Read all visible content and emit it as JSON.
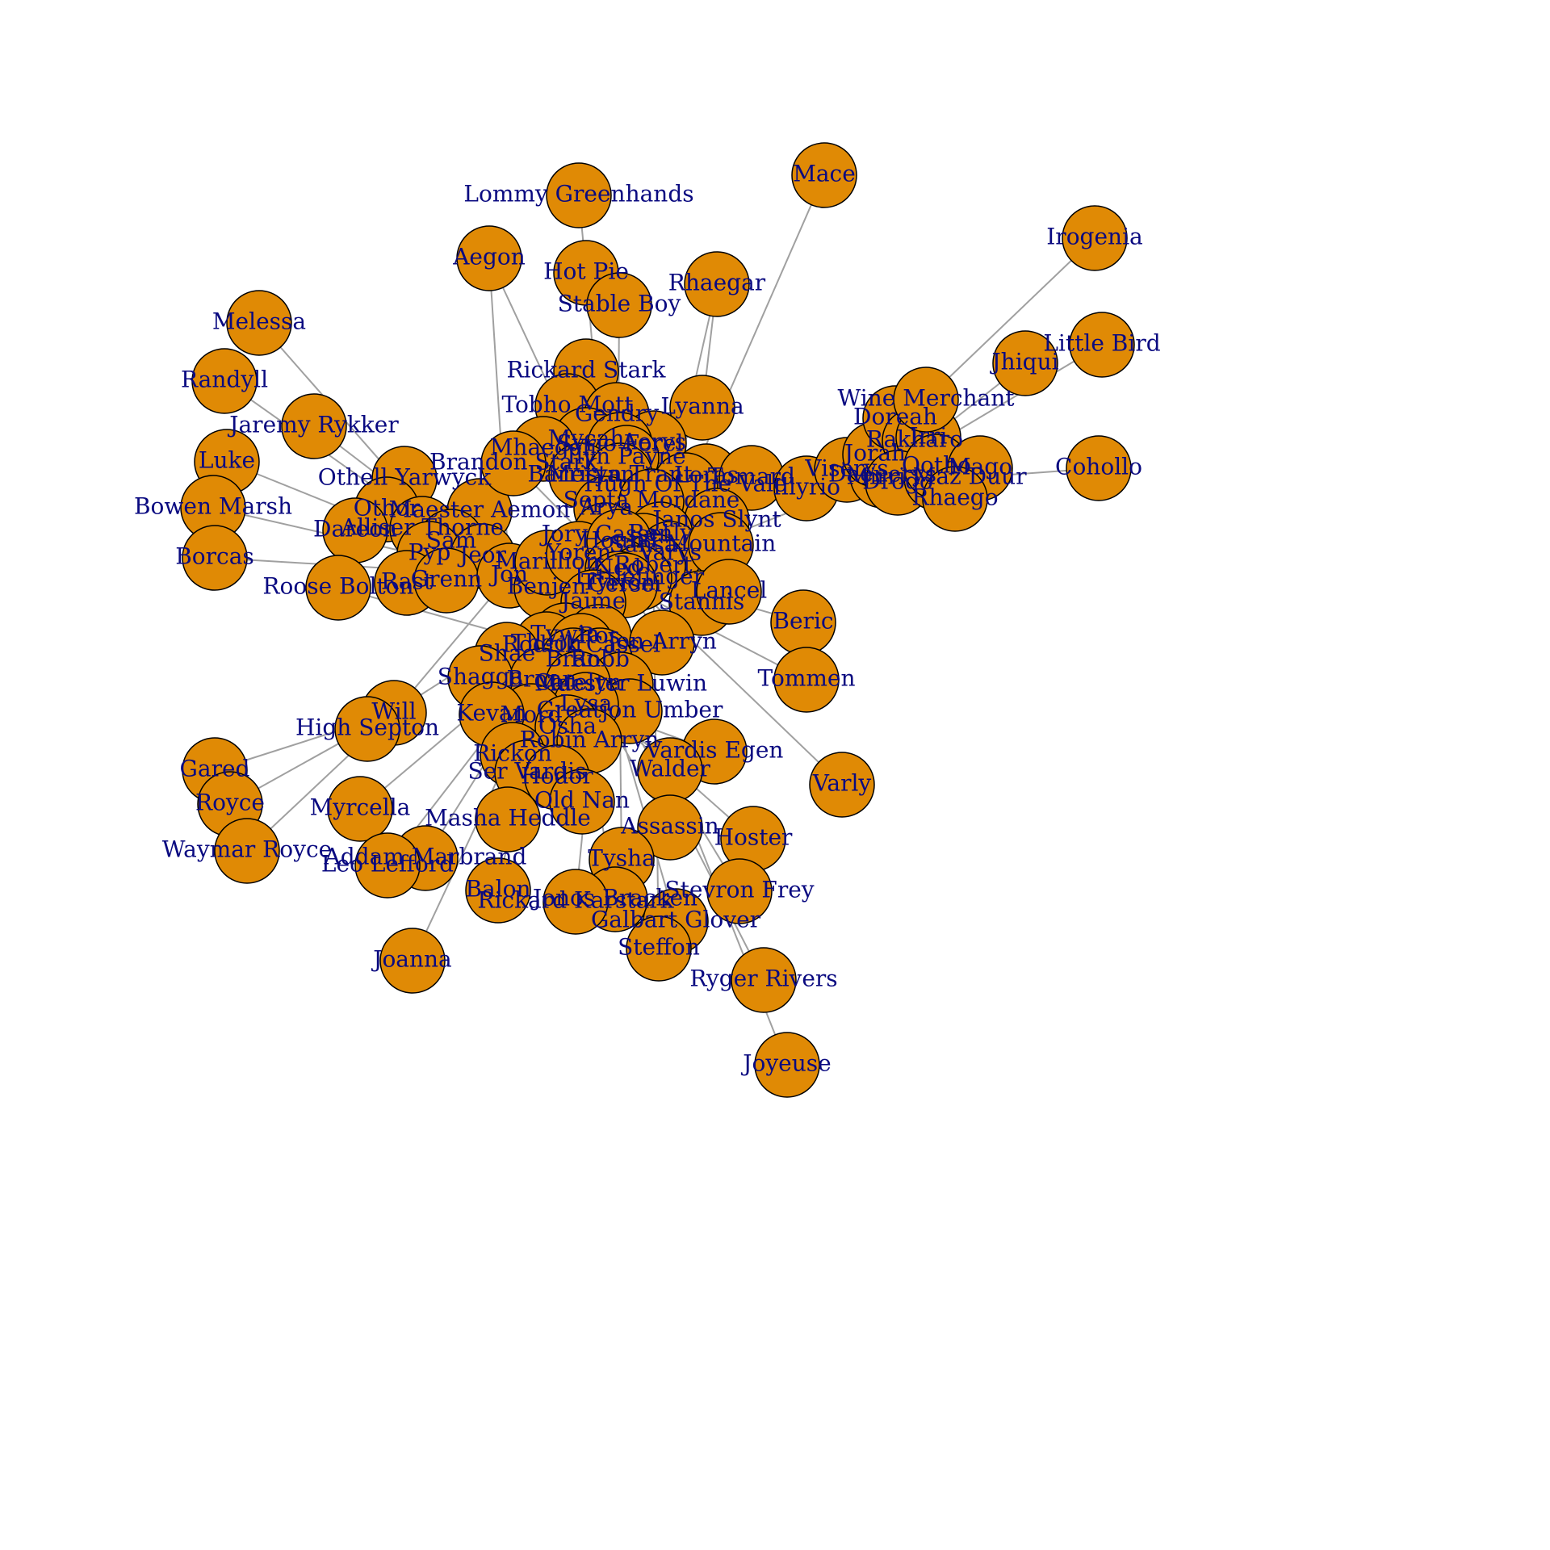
{
  "graph": {
    "type": "network",
    "colors": {
      "node_fill": "#e08a05",
      "node_border": "#000000",
      "edge": "#a0a0a0",
      "label": "#0a0a80",
      "background": "#ffffff"
    },
    "nodes": [
      "Aegon",
      "Lommy Greenhands",
      "Hot Pie",
      "Stable Boy",
      "Mace",
      "Rhaegar",
      "Irogenia",
      "Little Bird",
      "Jhiqui",
      "Cohollo",
      "Melessa",
      "Randyll",
      "Jaremy Rykker",
      "Luke",
      "Bowen Marsh",
      "Borcas",
      "Othell Yarwyck",
      "Othor",
      "Maester Aemon",
      "Alliser Thorne",
      "Dareon",
      "Sam",
      "Pyp",
      "Jeor",
      "Rast",
      "Grenn",
      "Jon",
      "Roose Bolton",
      "Benjen",
      "Marillion",
      "Rickard Stark",
      "Tobho Mott",
      "Gendry",
      "Lyanna",
      "Mycah",
      "Aerys",
      "Syrio Forel",
      "Mhaegen",
      "Ilyn Payne",
      "Brandon Stark",
      "Barristan",
      "Meryn Trant",
      "Loras",
      "Hugh Of The Vale",
      "Tomard",
      "Arya",
      "Septa Mordane",
      "Janos Slynt",
      "Jory Cassel",
      "Renly",
      "Yoren",
      "Sansa",
      "Varys",
      "Mountain",
      "Hound",
      "Robert",
      "Ned",
      "Littlefinger",
      "Tyrion",
      "Cersei",
      "Stannis",
      "Lancel",
      "Illyrio",
      "Viserys",
      "Daenerys",
      "Jorah",
      "Doreah",
      "Rakharo",
      "Irri",
      "Drogo",
      "Mirri Maz Duur",
      "Qotho",
      "Mago",
      "Rhaego",
      "Wine Merchant",
      "Jaime",
      "Beric",
      "Tommen",
      "Varly",
      "Tywin",
      "Ros",
      "Theon",
      "Rodrik Cassel",
      "Jon Arryn",
      "Bran",
      "Robb",
      "Shae",
      "Bronn",
      "Maester Luwin",
      "Shagga",
      "Catelyn",
      "Greatjon Umber",
      "Lysa",
      "Mord",
      "Osha",
      "Kevan",
      "Will",
      "High Septon",
      "Robin Arryn",
      "Rickon",
      "Vardis Egen",
      "Ser Vardis",
      "Hodor",
      "Walder",
      "Old Nan",
      "Gared",
      "Royce",
      "Waymar Royce",
      "Myrcella",
      "Masha Heddle",
      "Assassin",
      "Hoster",
      "Addam Marbrand",
      "Leo Lefford",
      "Tysha",
      "Stevron Frey",
      "Balon",
      "Jonos Bracken",
      "Rickard Karstark",
      "Galbart Glover",
      "Steffon",
      "Ryger Rivers",
      "Joanna",
      "Joyeuse"
    ]
  }
}
